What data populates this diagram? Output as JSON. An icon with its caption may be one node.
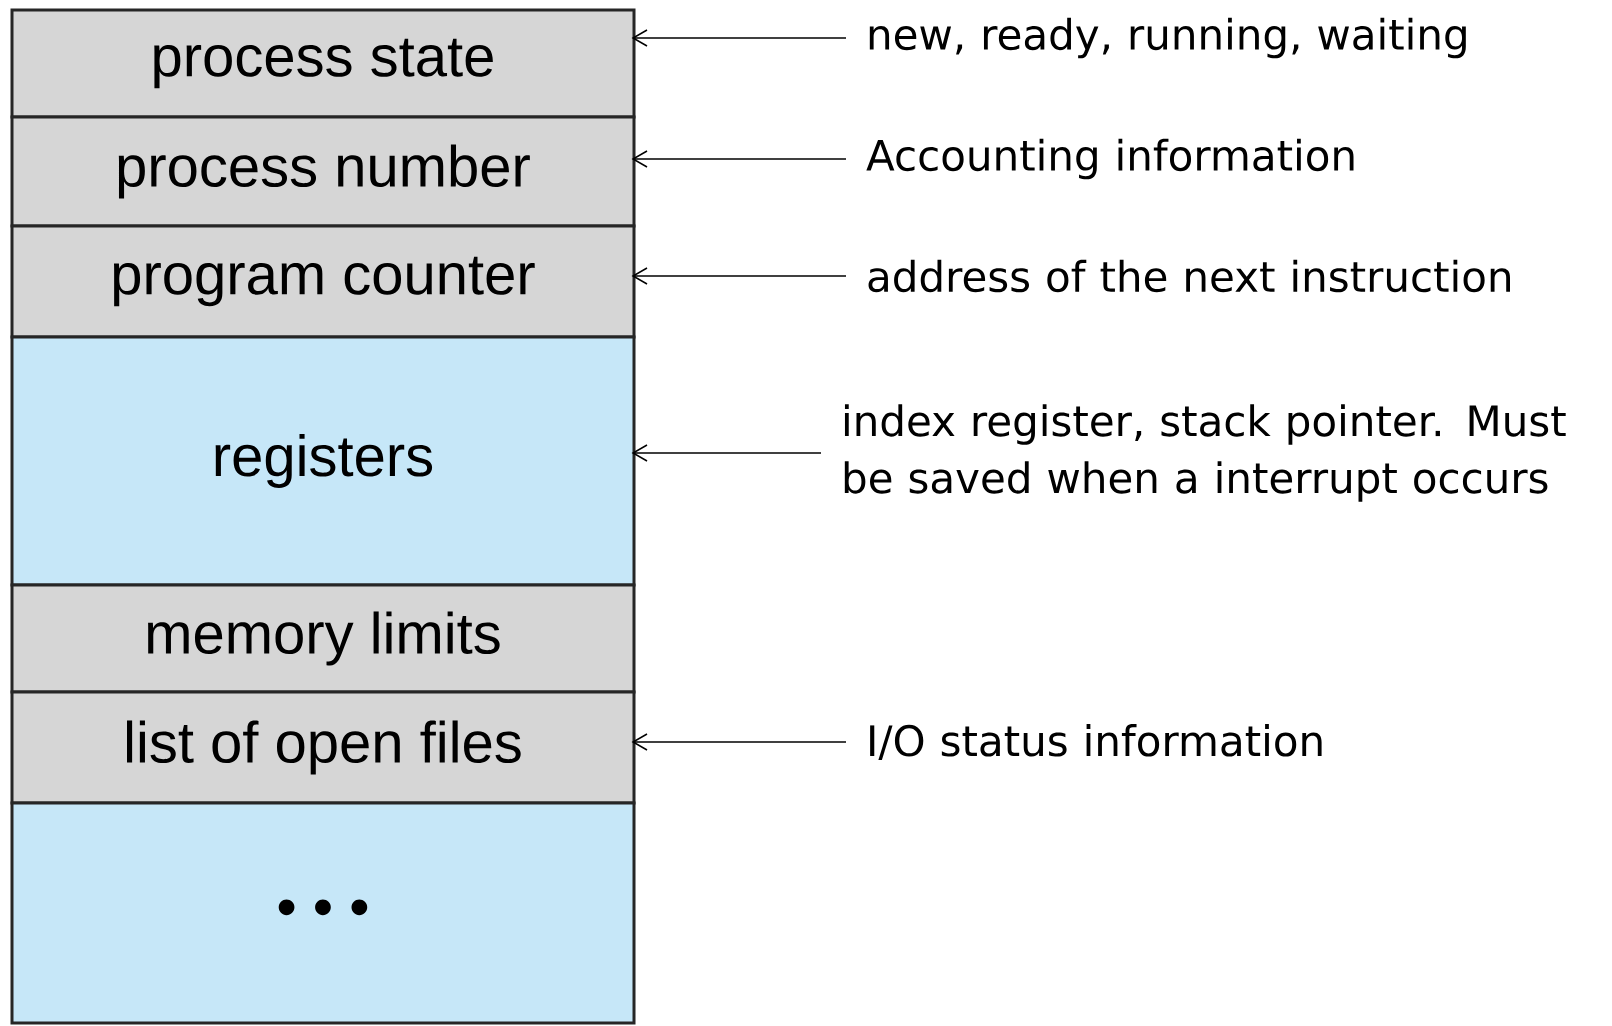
{
  "diagram": {
    "nodes": [
      {
        "text": [
          "process state"
        ]
      },
      {
        "text": [
          "process number"
        ]
      },
      {
        "text": [
          "program counter"
        ]
      },
      {
        "text": [
          "registers"
        ]
      },
      {
        "text": [
          "memory limits"
        ]
      },
      {
        "text": [
          "list of open files"
        ]
      },
      {
        "text": [
          "• • •"
        ]
      },
      {
        "text": [
          "new, ready, running, waiting"
        ]
      },
      {
        "text": [
          "Accounting information"
        ]
      },
      {
        "text": [
          "address of the next instruction"
        ]
      },
      {
        "text": [
          "index register, stack pointer. Must be saved when a interrupt occurs"
        ]
      },
      {
        "text": [
          "I/O status information"
        ]
      }
    ],
    "edges": [
      {
        "from": 7,
        "to": 0,
        "arrow": "to"
      },
      {
        "from": 8,
        "to": 1,
        "arrow": "to"
      },
      {
        "from": 9,
        "to": 2,
        "arrow": "to"
      },
      {
        "from": 10,
        "to": 3,
        "arrow": "to"
      },
      {
        "from": 11,
        "to": 5,
        "arrow": "to"
      }
    ]
  }
}
